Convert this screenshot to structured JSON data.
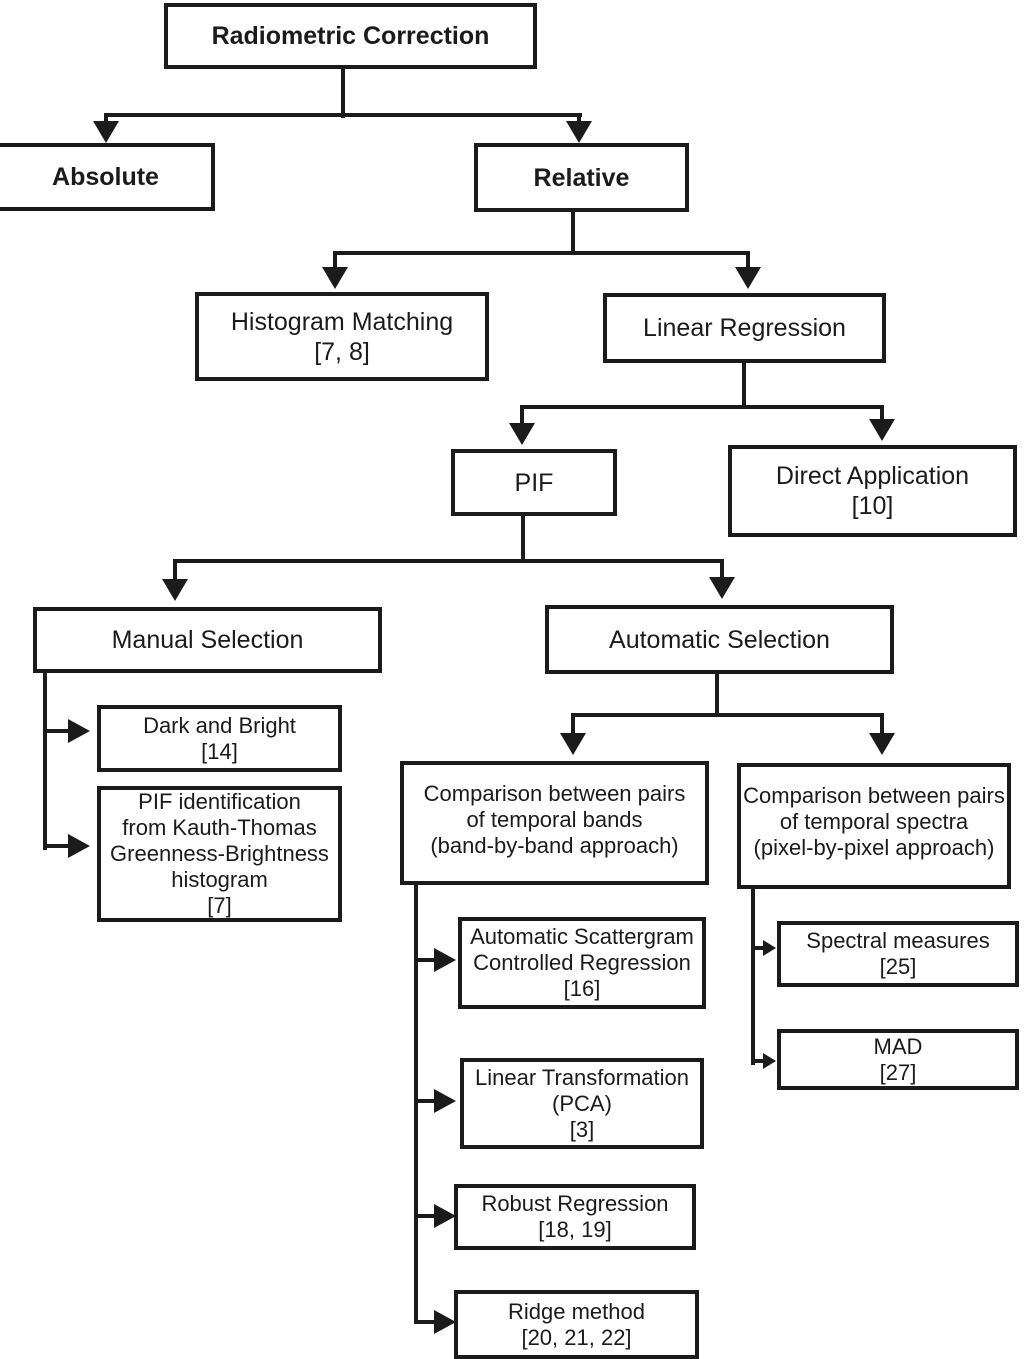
{
  "diagram_title": "Radiometric Correction",
  "colors": {
    "line": "#1b1b1b",
    "background": "#ffffff",
    "box_fill": "#ffffff"
  },
  "nodes": {
    "radiometric_correction": {
      "lines": [
        "Radiometric Correction"
      ]
    },
    "absolute": {
      "lines": [
        "Absolute"
      ]
    },
    "relative": {
      "lines": [
        "Relative"
      ]
    },
    "histogram_matching": {
      "lines": [
        "Histogram Matching",
        "[7, 8]"
      ]
    },
    "linear_regression": {
      "lines": [
        "Linear Regression"
      ]
    },
    "pif": {
      "lines": [
        "PIF"
      ]
    },
    "direct_application": {
      "lines": [
        "Direct Application",
        "[10]"
      ]
    },
    "manual_selection": {
      "lines": [
        "Manual Selection"
      ]
    },
    "automatic_selection": {
      "lines": [
        "Automatic Selection"
      ]
    },
    "dark_and_bright": {
      "lines": [
        "Dark and Bright",
        "[14]"
      ]
    },
    "pif_identification": {
      "lines": [
        "PIF identification",
        "from Kauth-Thomas",
        "Greenness-Brightness",
        "histogram",
        "[7]"
      ]
    },
    "comparison_bands": {
      "lines": [
        "Comparison between pairs",
        "of temporal bands",
        "(band-by-band approach)"
      ]
    },
    "comparison_spectra": {
      "lines": [
        "Comparison between pairs",
        "of temporal spectra",
        "(pixel-by-pixel approach)"
      ]
    },
    "automatic_scattergram": {
      "lines": [
        "Automatic Scattergram",
        "Controlled Regression",
        "[16]"
      ]
    },
    "linear_transformation": {
      "lines": [
        "Linear Transformation",
        "(PCA)",
        "[3]"
      ]
    },
    "robust_regression": {
      "lines": [
        "Robust Regression",
        "[18, 19]"
      ]
    },
    "ridge_method": {
      "lines": [
        "Ridge method",
        "[20, 21, 22]"
      ]
    },
    "spectral_measures": {
      "lines": [
        "Spectral measures",
        "[25]"
      ]
    },
    "mad": {
      "lines": [
        "MAD",
        "[27]"
      ]
    }
  }
}
